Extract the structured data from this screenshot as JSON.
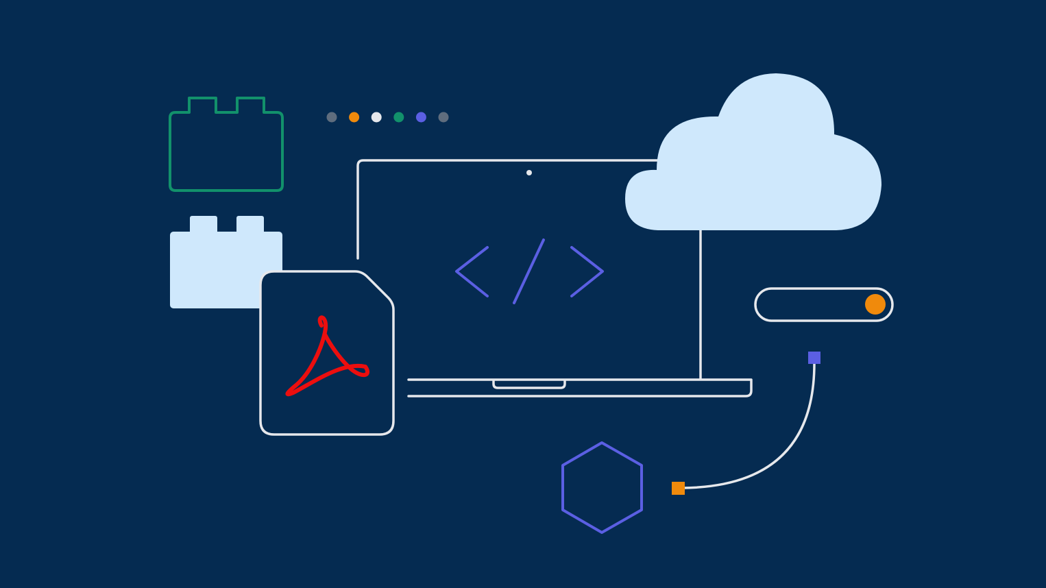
{
  "colors": {
    "background": "#052B51",
    "outline": "#E6E8EC",
    "light_blue": "#CFE8FC",
    "green": "#12916B",
    "purple": "#5B5FE3",
    "orange": "#F08A0C",
    "gray": "#5F6D7E",
    "pdf_red": "#EC0E0E"
  },
  "dots": [
    {
      "name": "dot-gray",
      "color": "#5F6D7E"
    },
    {
      "name": "dot-orange",
      "color": "#F08A0C"
    },
    {
      "name": "dot-white",
      "color": "#E6E8EC"
    },
    {
      "name": "dot-green",
      "color": "#12916B"
    },
    {
      "name": "dot-purple",
      "color": "#5B5FE3"
    },
    {
      "name": "dot-gray-2",
      "color": "#5F6D7E"
    }
  ],
  "icons": {
    "block_outline": "lego-block-outline-icon",
    "block_filled": "lego-block-filled-icon",
    "laptop": "laptop-icon",
    "code": "code-brackets-icon",
    "cloud": "cloud-icon",
    "pdf": "pdf-document-icon",
    "toggle": "toggle-switch-icon",
    "hexagon": "hexagon-icon",
    "connector": "connector-cable-icon"
  },
  "toggle": {
    "on": true
  }
}
